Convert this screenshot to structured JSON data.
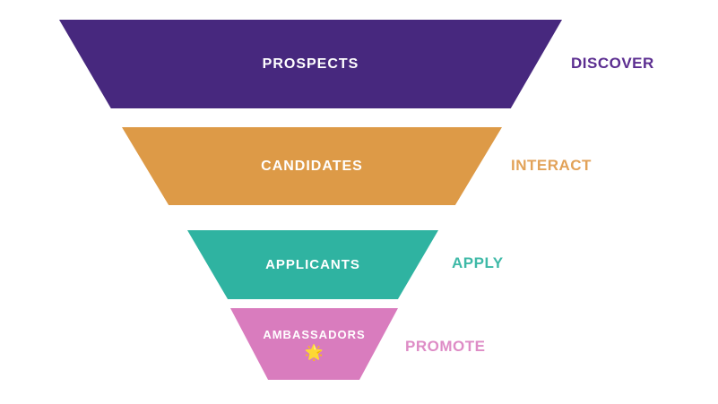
{
  "funnel": {
    "levels": [
      {
        "label": "PROSPECTS",
        "stage": "DISCOVER",
        "fill": "#47287e",
        "stage_color": "#5b2d90"
      },
      {
        "label": "CANDIDATES",
        "stage": "INTERACT",
        "fill": "#dd9a47",
        "stage_color": "#e2a258"
      },
      {
        "label": "APPLICANTS",
        "stage": "APPLY",
        "fill": "#2fb3a1",
        "stage_color": "#3eb9a7"
      },
      {
        "label": "AMBASSADORS",
        "stage": "PROMOTE",
        "fill": "#d97cbe",
        "stage_color": "#de8cc6",
        "icon": "🌟"
      }
    ]
  }
}
